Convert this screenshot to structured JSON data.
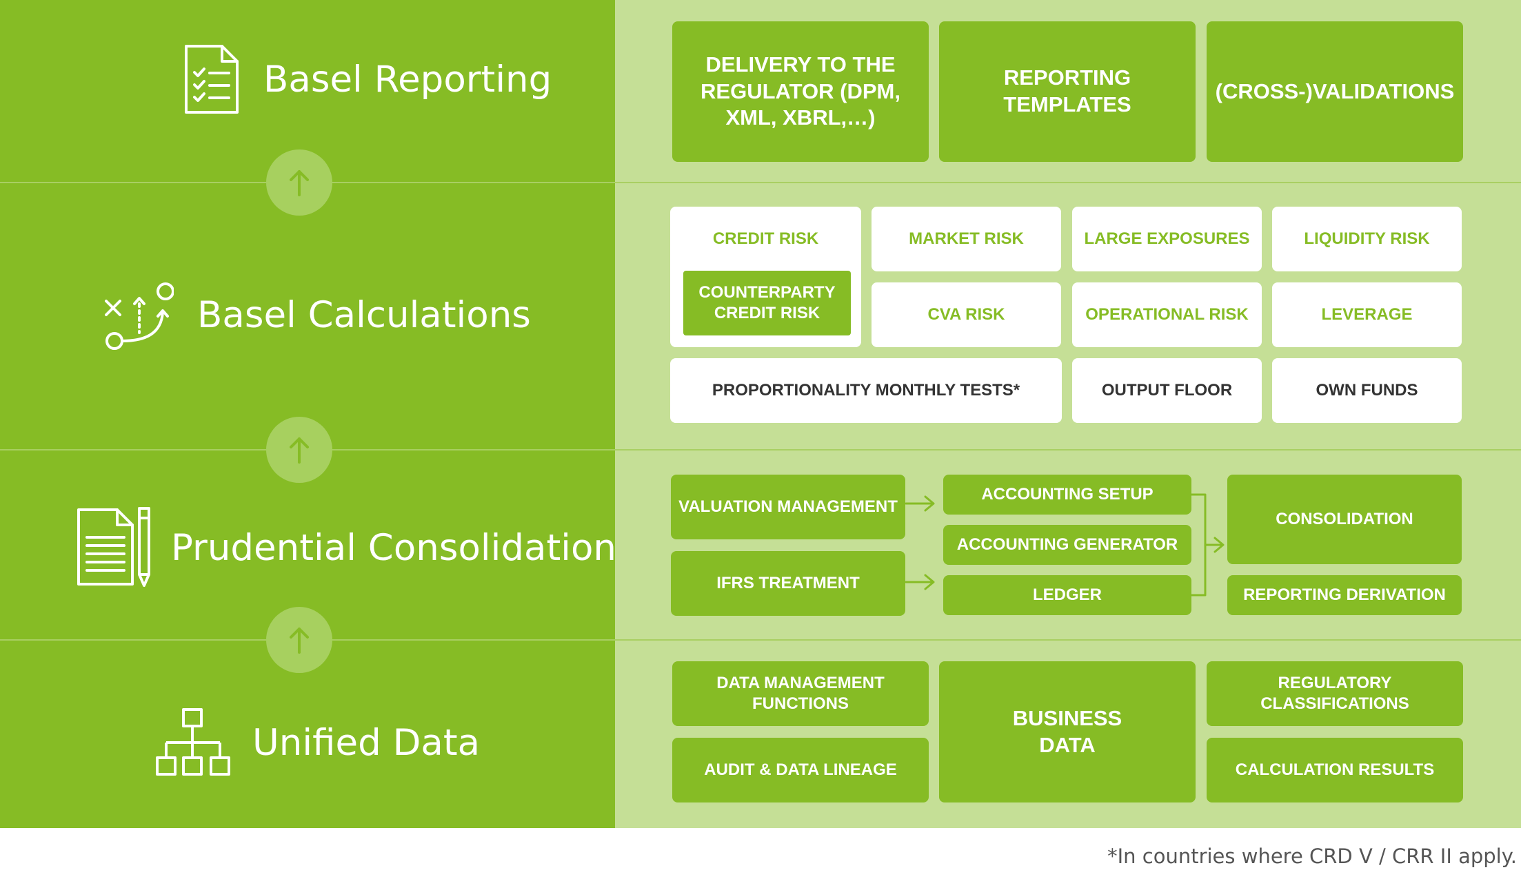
{
  "rows": {
    "reporting": {
      "label": "Basel Reporting",
      "icon": "checklist-document-icon"
    },
    "calculations": {
      "label": "Basel Calculations",
      "icon": "strategy-path-icon"
    },
    "consolidation": {
      "label": "Prudential Consolidation",
      "icon": "document-pencil-icon"
    },
    "data": {
      "label": "Unified Data",
      "icon": "hierarchy-icon"
    }
  },
  "reporting_boxes": {
    "delivery": "DELIVERY TO THE REGULATOR (DPM, XML, XBRL,…)",
    "templates": "REPORTING TEMPLATES",
    "validations": "(CROSS-)VALIDATIONS"
  },
  "calculation_boxes": {
    "credit_risk": "CREDIT RISK",
    "counterparty": "COUNTERPARTY CREDIT RISK",
    "market_risk": "MARKET RISK",
    "large_exposures": "LARGE EXPOSURES",
    "liquidity_risk": "LIQUIDITY RISK",
    "cva_risk": "CVA RISK",
    "operational_risk": "OPERATIONAL RISK",
    "leverage": "LEVERAGE",
    "proportionality": "PROPORTIONALITY MONTHLY TESTS*",
    "output_floor": "OUTPUT FLOOR",
    "own_funds": "OWN FUNDS"
  },
  "consolidation_boxes": {
    "valuation": "VALUATION MANAGEMENT",
    "ifrs": "IFRS TREATMENT",
    "accounting_setup": "ACCOUNTING SETUP",
    "accounting_generator": "ACCOUNTING GENERATOR",
    "ledger": "LEDGER",
    "consolidation": "CONSOLIDATION",
    "reporting_derivation": "REPORTING DERIVATION"
  },
  "data_boxes": {
    "data_management": "DATA MANAGEMENT FUNCTIONS",
    "audit": "AUDIT & DATA LINEAGE",
    "business_data": "BUSINESS DATA",
    "regulatory": "REGULATORY CLASSIFICATIONS",
    "calculation_results": "CALCULATION RESULTS"
  },
  "footnote": "*In countries where CRD V / CRR II apply.",
  "colors": {
    "dark_green": "#86bc25",
    "light_green": "#c5df96",
    "circle_green": "#a7d05f",
    "white": "#ffffff"
  }
}
